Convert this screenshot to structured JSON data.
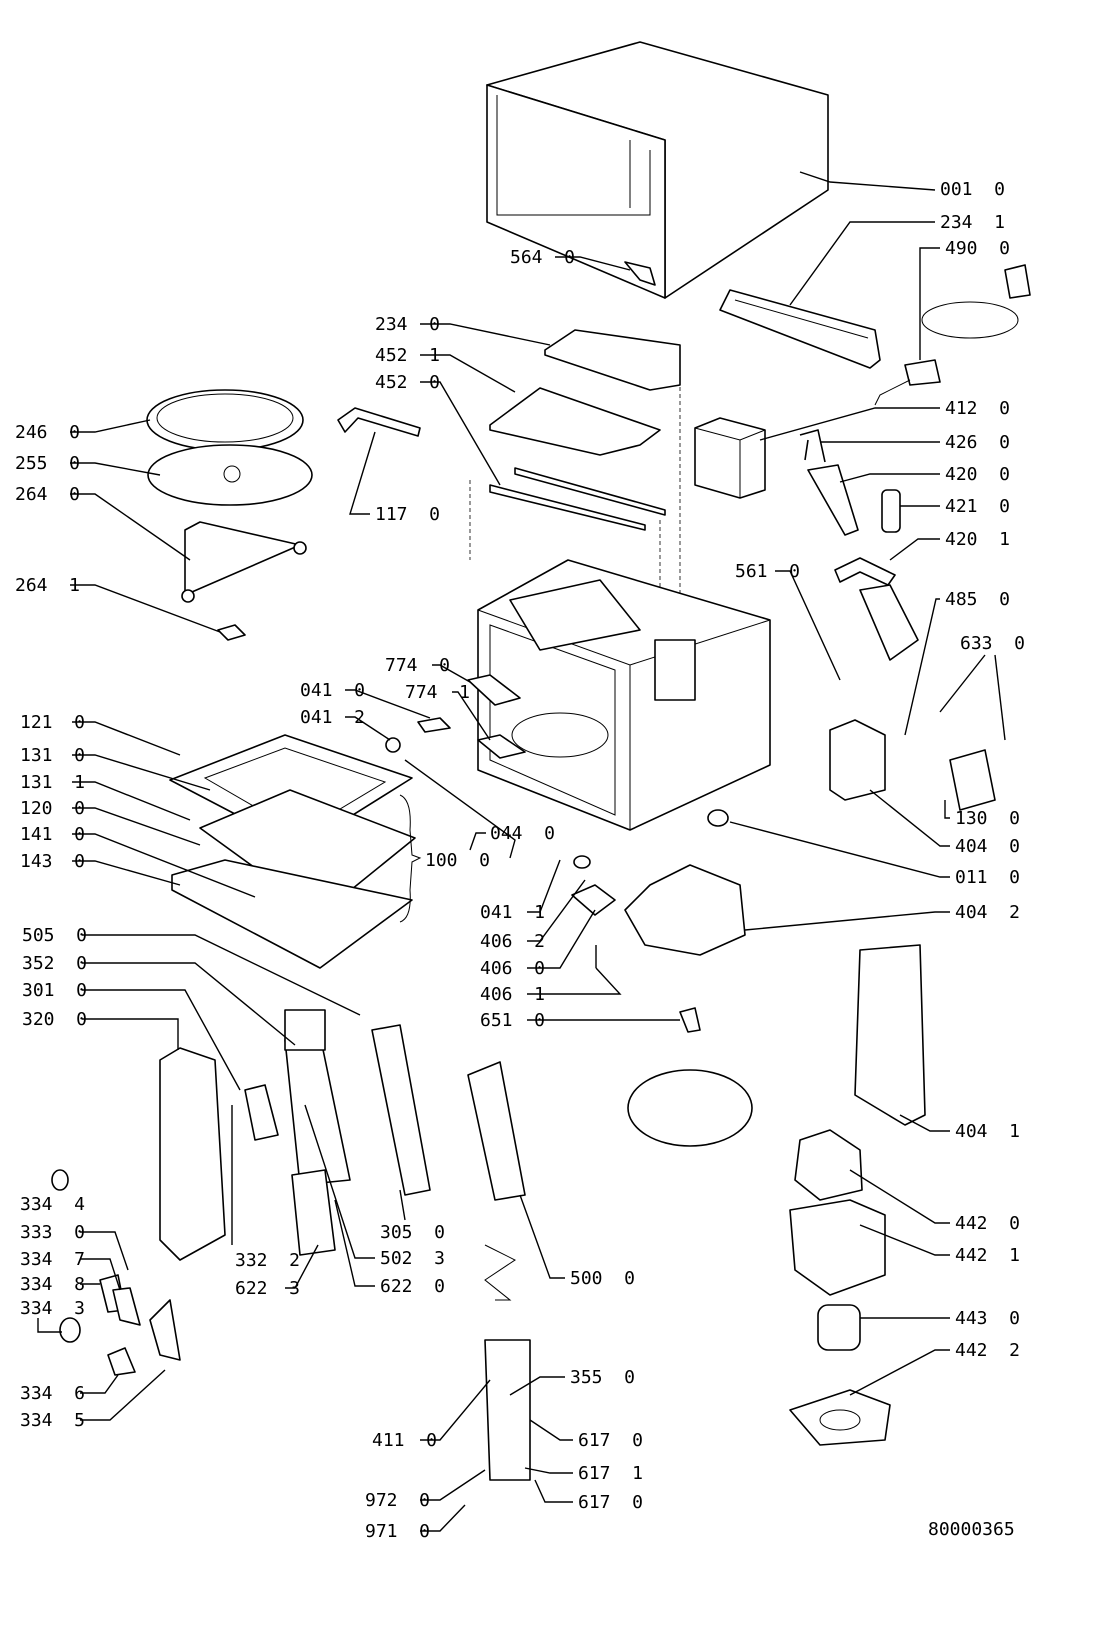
{
  "diagram": {
    "drawing_number": "80000365",
    "labels": [
      "001  0",
      "234  1",
      "490  0",
      "412  0",
      "426  0",
      "420  0",
      "421  0",
      "420  1",
      "485  0",
      "633  0",
      "130  0",
      "404  0",
      "011  0",
      "404  2",
      "404  1",
      "442  0",
      "442  1",
      "443  0",
      "442  2",
      "564  0",
      "234  0",
      "452  1",
      "452  0",
      "117  0",
      "561  0",
      "774  0",
      "774  1",
      "041  0",
      "041  2",
      "044  0",
      "100  0",
      "041  1",
      "406  2",
      "406  0",
      "406  1",
      "651  0",
      "246  0",
      "255  0",
      "264  0",
      "264  1",
      "121  0",
      "131  0",
      "131  1",
      "120  0",
      "141  0",
      "143  0",
      "505  0",
      "352  0",
      "301  0",
      "320  0",
      "334  4",
      "333  0",
      "334  7",
      "334  8",
      "334  3",
      "334  6",
      "334  5",
      "332  2",
      "622  3",
      "305  0",
      "502  3",
      "622  0",
      "500  0",
      "355  0",
      "617  0",
      "617  1",
      "617  0",
      "411  0",
      "972  0",
      "971  0"
    ]
  }
}
